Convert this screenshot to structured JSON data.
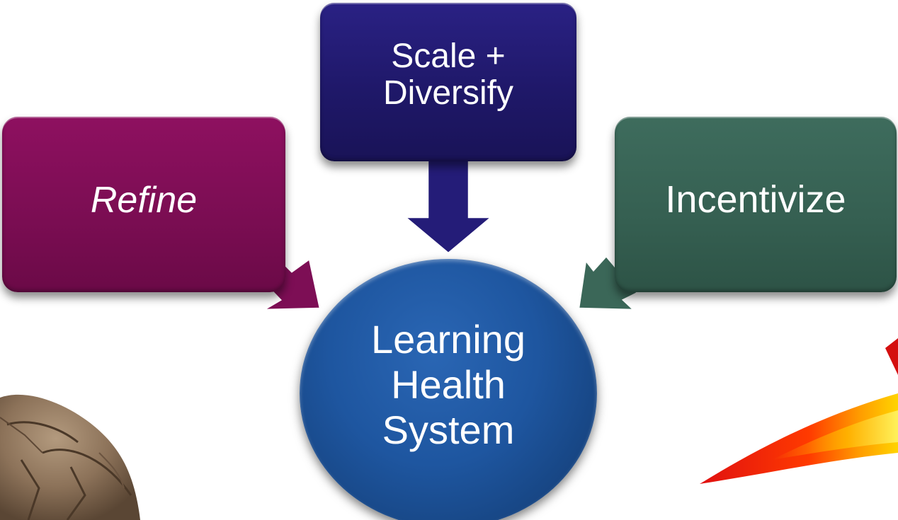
{
  "nodes": {
    "scale": {
      "line1": "Scale +",
      "line2": "Diversify"
    },
    "refine": {
      "label": "Refine"
    },
    "incentivize": {
      "label": "Incentivize"
    },
    "center": {
      "line1": "Learning",
      "line2": "Health",
      "line3": "System"
    }
  },
  "colors": {
    "scale": "#211a72",
    "refine": "#7d0e55",
    "incentivize": "#386353",
    "center": "#1d52a0"
  },
  "decorations": {
    "left": "tortoise-image",
    "right": "rocket-flame-image"
  }
}
